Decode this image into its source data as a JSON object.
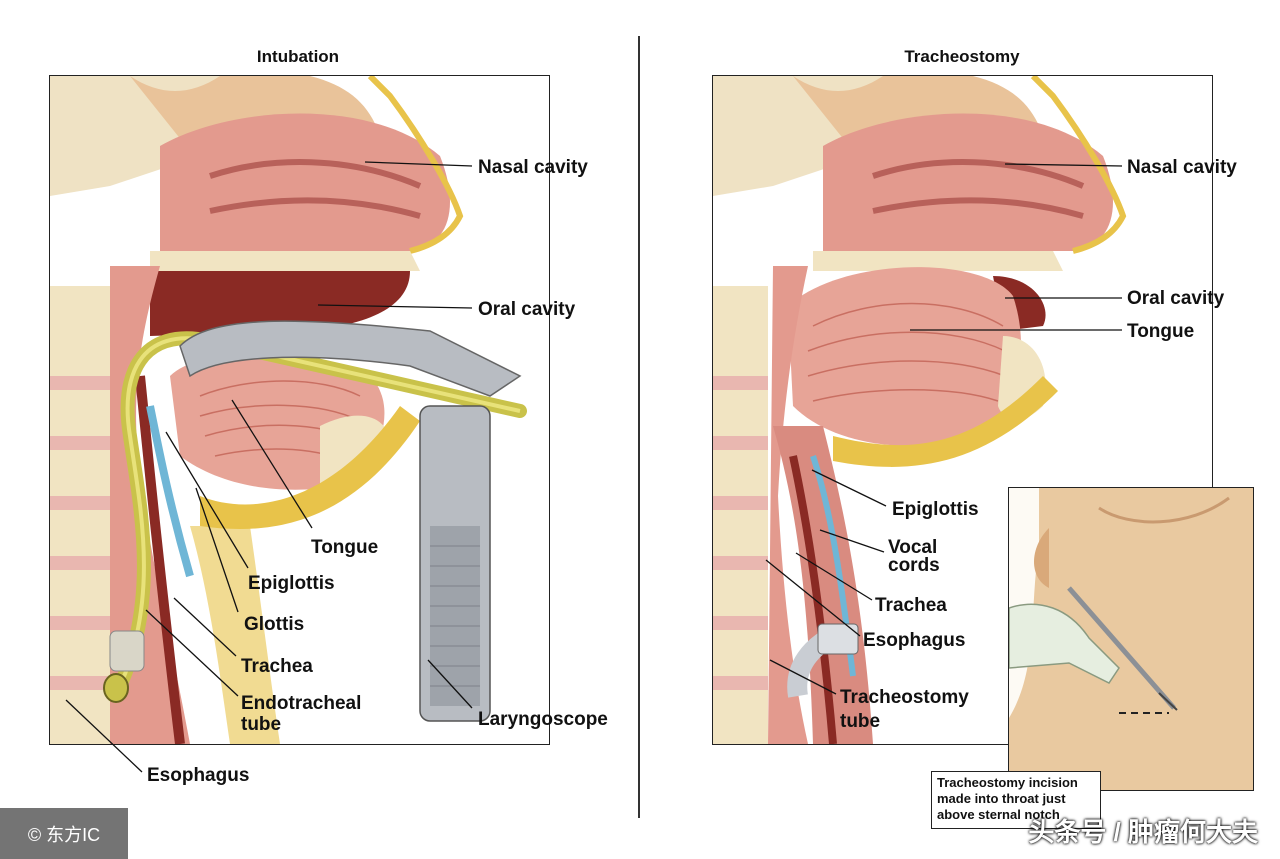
{
  "left_panel": {
    "title": "Intubation",
    "labels": {
      "nasal_cavity": "Nasal cavity",
      "oral_cavity": "Oral cavity",
      "tongue": "Tongue",
      "epiglottis": "Epiglottis",
      "glottis": "Glottis",
      "trachea": "Trachea",
      "endotracheal_tube": "Endotracheal\ntube",
      "laryngoscope": "Laryngoscope",
      "esophagus": "Esophagus"
    }
  },
  "right_panel": {
    "title": "Tracheostomy",
    "labels": {
      "nasal_cavity": "Nasal cavity",
      "oral_cavity": "Oral cavity",
      "tongue": "Tongue",
      "epiglottis": "Epiglottis",
      "vocal_cords": "Vocal\ncords",
      "trachea": "Trachea",
      "esophagus": "Esophagus",
      "tracheostomy_tube": "Tracheostomy\ntube"
    },
    "inset_caption": "Tracheostomy  incision made into throat just above sternal notch"
  },
  "watermarks": {
    "left": "© 东方IC",
    "right": "头条号 / 肿瘤何大夫"
  },
  "colors": {
    "tissue_pink": "#e39a8e",
    "tissue_dark": "#8a2a24",
    "bone": "#f1e4c2",
    "tube_yellow": "#c9c24a",
    "scope_silver": "#b8bcc2",
    "skin": "#e9c9a0"
  }
}
